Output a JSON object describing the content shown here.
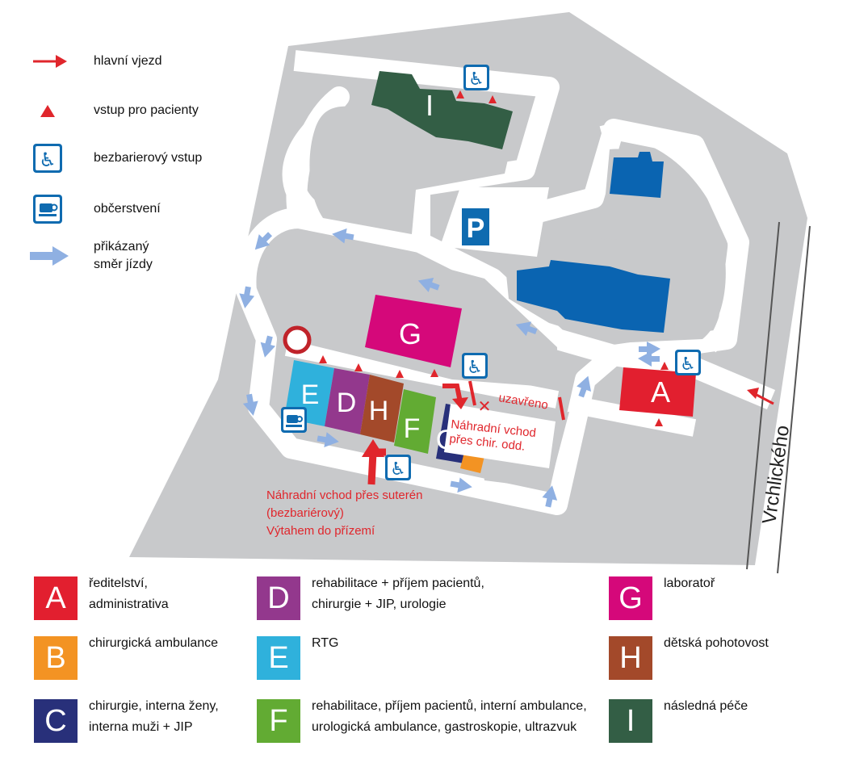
{
  "colors": {
    "road": "#ffffff",
    "ground": "#c8c9cb",
    "accent_red": "#e0262c",
    "arrow_blue": "#8fb0e2",
    "icon_blue": "#0f6bb0",
    "building_blue": "#0a64b1"
  },
  "legend_top": [
    {
      "icon": "red-arrow-icon",
      "label": "hlavní vjezd"
    },
    {
      "icon": "red-triangle-icon",
      "label": "vstup pro pacienty"
    },
    {
      "icon": "wheelchair-icon",
      "label": "bezbarierový vstup"
    },
    {
      "icon": "coffee-cup-icon",
      "label": "občerstvení"
    },
    {
      "icon": "blue-arrow-icon",
      "label": "přikázaný\nsměr jízdy"
    }
  ],
  "map": {
    "parking_label": "P",
    "street_label": "Vrchlického",
    "closed_label": "uzavřeno",
    "alt_entrance_chir": "Náhradní vchod\npřes chir. odd.",
    "alt_entrance_basement": [
      "Náhradní vchod přes suterén",
      "(bezbariérový)",
      "Výtahem do přízemí"
    ],
    "buildings": {
      "A": "A",
      "C": "C",
      "D": "D",
      "E": "E",
      "F": "F",
      "G": "G",
      "H": "H",
      "I": "I"
    }
  },
  "building_key": [
    {
      "letter": "A",
      "color": "#e21f2f",
      "text": "ředitelství,\nadministrativa"
    },
    {
      "letter": "B",
      "color": "#f39323",
      "text": "chirurgická ambulance"
    },
    {
      "letter": "C",
      "color": "#28307a",
      "text": "chirurgie, interna ženy,\ninterna muži + JIP"
    },
    {
      "letter": "D",
      "color": "#93388d",
      "text": "rehabilitace + příjem pacientů,\nchirurgie + JIP, urologie"
    },
    {
      "letter": "E",
      "color": "#2fb1dc",
      "text": "RTG"
    },
    {
      "letter": "F",
      "color": "#62ab33",
      "text": "rehabilitace, příjem pacientů, interní ambulance,\nurologická ambulance, gastroskopie, ultrazvuk"
    },
    {
      "letter": "G",
      "color": "#d5087a",
      "text": "laboratoř"
    },
    {
      "letter": "H",
      "color": "#a3492a",
      "text": "dětská pohotovost"
    },
    {
      "letter": "I",
      "color": "#335e45",
      "text": "následná péče"
    }
  ]
}
